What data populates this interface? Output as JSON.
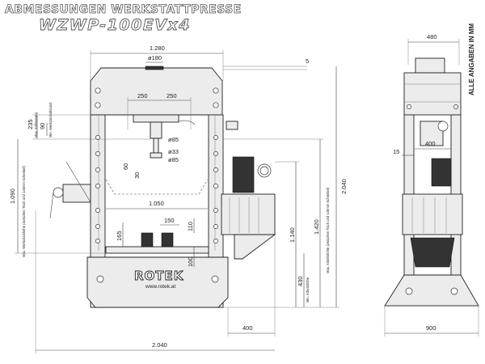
{
  "title": {
    "line1": "ABMESSUNGEN WERKSTATTPRESSE",
    "line2": "WZWP-100EVx4"
  },
  "units_note": "ALLE ANGABEN IN MM",
  "brand": {
    "logo": "ROTEK",
    "url": "www.rotek.at"
  },
  "front_view": {
    "dims": {
      "width_top": "1.280",
      "cyl_dia": "ø180",
      "offset_top": "5",
      "mount_left": "250",
      "mount_right": "250",
      "dim_235": "235",
      "dim_90": "90",
      "piston_dia": "ø85",
      "rod_dia": "ø33",
      "dim_60": "60",
      "dim_30": "30",
      "tool_dia": "ø85",
      "inner_width": "1.050",
      "block_150": "150",
      "dim_165": "165",
      "dim_110": "110",
      "dim_100": "100",
      "height_1090": "1.090",
      "height_2040": "2.040",
      "height_1420": "1.420",
      "height_1140": "1.140",
      "height_430": "430",
      "pump_400": "400",
      "overall_2040": "2.040"
    },
    "labels": {
      "stroke": "Max. Kolbenweg",
      "cyl_stroke": "Min. Werkstückabstand",
      "work_height_left": "Max. Werkstückhöhe (zwischen Tisch und 145mm Schenkel)",
      "work_height_right": "Max. Arbeitshöhe (zwischen Tisch und 145mm Schenkel)",
      "table_height": "Min. Arbeitshöhe"
    }
  },
  "side_view": {
    "dims": {
      "top_width": "480",
      "dim_400": "400",
      "dim_15": "15",
      "base_width": "900"
    }
  }
}
